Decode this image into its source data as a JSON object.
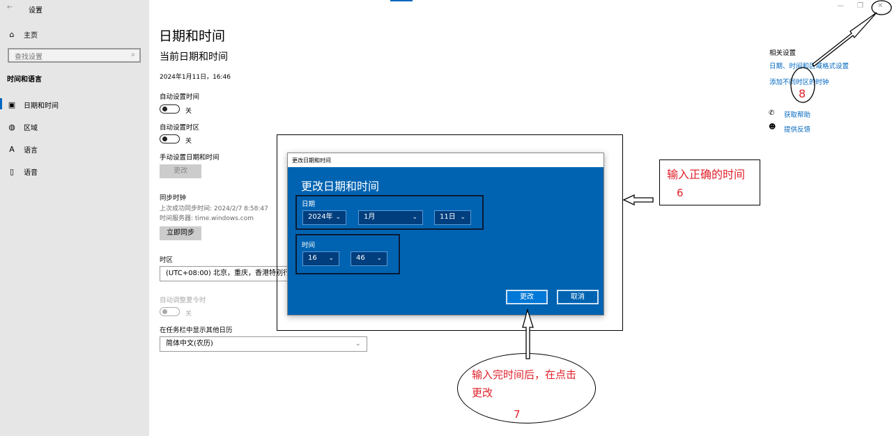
{
  "window": {
    "title": "设置",
    "back_icon": "arrow-left-icon"
  },
  "sidebar": {
    "home": "主页",
    "search_placeholder": "查找设置",
    "section": "时间和语言",
    "items": [
      {
        "label": "日期和时间",
        "icon": "calendar-clock-icon",
        "selected": true
      },
      {
        "label": "区域",
        "icon": "globe-icon"
      },
      {
        "label": "语言",
        "icon": "language-icon"
      },
      {
        "label": "语音",
        "icon": "microphone-icon"
      }
    ]
  },
  "main": {
    "title": "日期和时间",
    "subtitle": "当前日期和时间",
    "current": "2024年1月11日，16:46",
    "auto_time_label": "自动设置时间",
    "auto_time_state": "关",
    "auto_zone_label": "自动设置时区",
    "auto_zone_state": "关",
    "manual_label": "手动设置日期和时间",
    "change_btn": "更改",
    "sync_title": "同步时钟",
    "sync_last": "上次成功同步时间: 2024/2/7 8:58:47",
    "sync_server": "时间服务器: time.windows.com",
    "sync_btn": "立即同步",
    "tz_label": "时区",
    "tz_value": "(UTC+08:00) 北京，重庆，香港特别行政区",
    "dst_label": "自动调整夏令时",
    "dst_state": "关",
    "cal_label": "在任务栏中显示其他日历",
    "cal_value": "简体中文(农历)"
  },
  "related": {
    "title": "相关设置",
    "link1": "日期、时间和区域格式设置",
    "link2": "添加不同时区的时钟",
    "help": "获取帮助",
    "feedback": "提供反馈"
  },
  "dialog": {
    "window_title": "更改日期和时间",
    "heading": "更改日期和时间",
    "date_label": "日期",
    "year": "2024年",
    "month": "1月",
    "day": "11日",
    "time_label": "时间",
    "hour": "16",
    "minute": "46",
    "ok": "更改",
    "cancel": "取消"
  },
  "annotations": {
    "callout6": "输入正确的时间",
    "num6": "6",
    "callout7": "输入完时间后，在点击更改",
    "num7": "7",
    "num8": "8"
  },
  "colors": {
    "accent": "#0067c0",
    "dialog_bg": "#0063b1",
    "annotation": "#e0202a"
  }
}
